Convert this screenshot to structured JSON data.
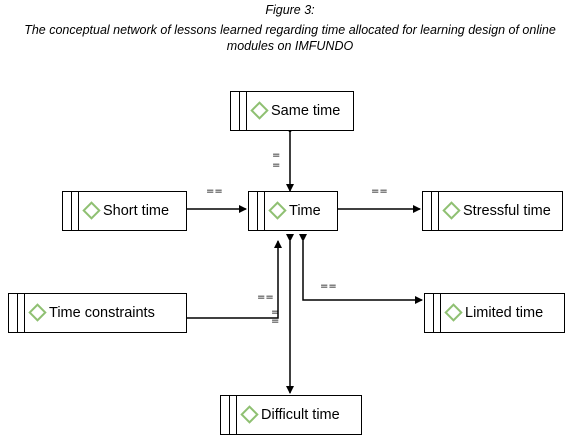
{
  "figure": {
    "label": "Figure 3:",
    "title": "The conceptual network of lessons learned regarding time allocated for learning design of online modules on IMFUNDO"
  },
  "nodes": {
    "same_time": "Same time",
    "short_time": "Short time",
    "time": "Time",
    "stressful_time": "Stressful time",
    "time_constraints": "Time constraints",
    "limited_time": "Limited time",
    "difficult_time": "Difficult time"
  },
  "relations": {
    "eq_short": "==",
    "eq_stressful": "==",
    "eq_same": "=",
    "eq_constraints_a": "==",
    "eq_constraints_b": "=",
    "eq_limited": "=="
  },
  "colors": {
    "node_icon": "#8fc072",
    "line": "#000000"
  }
}
